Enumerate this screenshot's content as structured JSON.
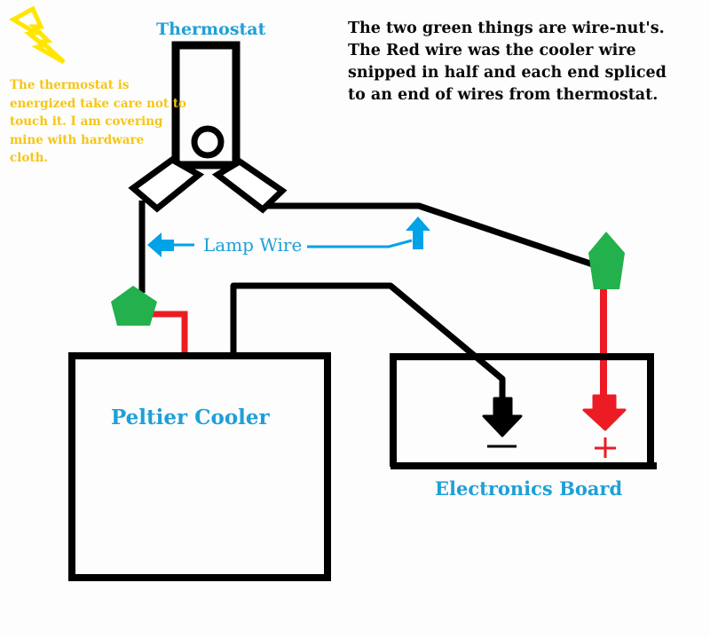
{
  "colors": {
    "label_blue": "#1ea0d8",
    "warning_yellow": "#f5c518",
    "bolt_yellow": "#ffe600",
    "wire_black": "#000000",
    "wire_red": "#ec1c24",
    "wire_nut_green": "#22b14c",
    "lamp_arrow_blue": "#00a2e8"
  },
  "labels": {
    "thermostat": "Thermostat",
    "warning_lines": [
      "The thermostat is",
      "energized take care not to",
      "touch it. I am covering",
      "mine with hardware",
      "cloth."
    ],
    "note_lines": [
      "The two green things are wire-nut's.",
      "The Red wire was the cooler wire",
      "snipped in half and each end spliced",
      "to an end of wires from thermostat."
    ],
    "lamp_wire": "Lamp Wire",
    "peltier_cooler": "Peltier Cooler",
    "electronics_board": "Electronics Board",
    "minus_symbol": "−",
    "plus_symbol": "+"
  },
  "icons": {
    "warning": "lightning-bolt-icon"
  },
  "components": [
    {
      "id": "thermostat",
      "label": "Thermostat"
    },
    {
      "id": "peltier-cooler",
      "label": "Peltier Cooler"
    },
    {
      "id": "electronics-board",
      "label": "Electronics Board",
      "terminals": [
        "negative",
        "positive"
      ]
    },
    {
      "id": "wire-nut-left",
      "label": "wire-nut"
    },
    {
      "id": "wire-nut-right",
      "label": "wire-nut"
    }
  ]
}
